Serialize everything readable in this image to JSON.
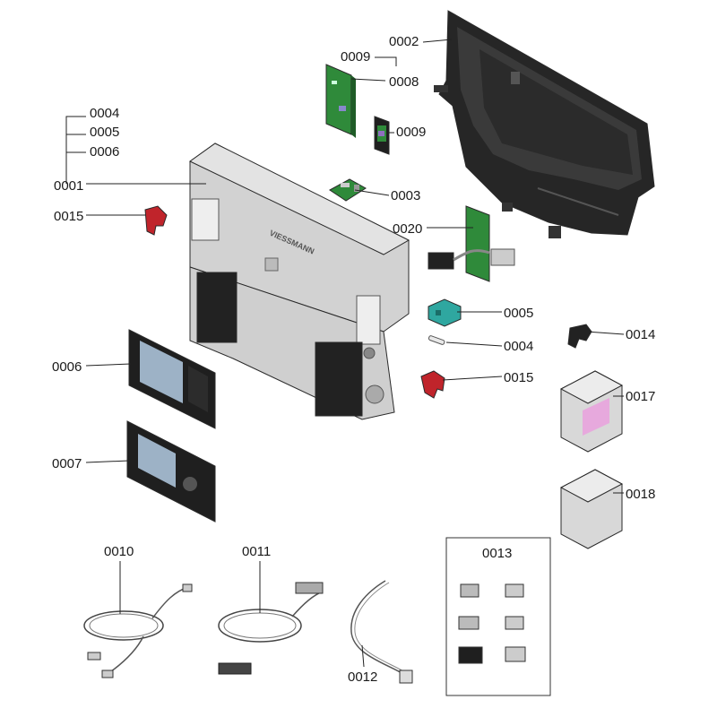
{
  "diagram": {
    "labels": {
      "p0001": "0001",
      "p0002": "0002",
      "p0003": "0003",
      "p0004a": "0004",
      "p0004b": "0004",
      "p0005a": "0005",
      "p0005b": "0005",
      "p0006a": "0006",
      "p0006b": "0006",
      "p0007": "0007",
      "p0008": "0008",
      "p0009a": "0009",
      "p0009b": "0009",
      "p0010": "0010",
      "p0011": "0011",
      "p0012": "0012",
      "p0013": "0013",
      "p0014": "0014",
      "p0015a": "0015",
      "p0015b": "0015",
      "p0017": "0017",
      "p0018": "0018",
      "p0020": "0020"
    },
    "brand_mark": "VIESSMANN",
    "colors": {
      "pcb_green": "#2f8a3a",
      "housing_grey": "#c9c9c9",
      "rear_black": "#1f1f1f",
      "clip_red": "#c0242b",
      "connector_teal": "#2fa7a0",
      "module_grey": "#d8d8d8",
      "module_pink": "#e7a9dd"
    }
  }
}
